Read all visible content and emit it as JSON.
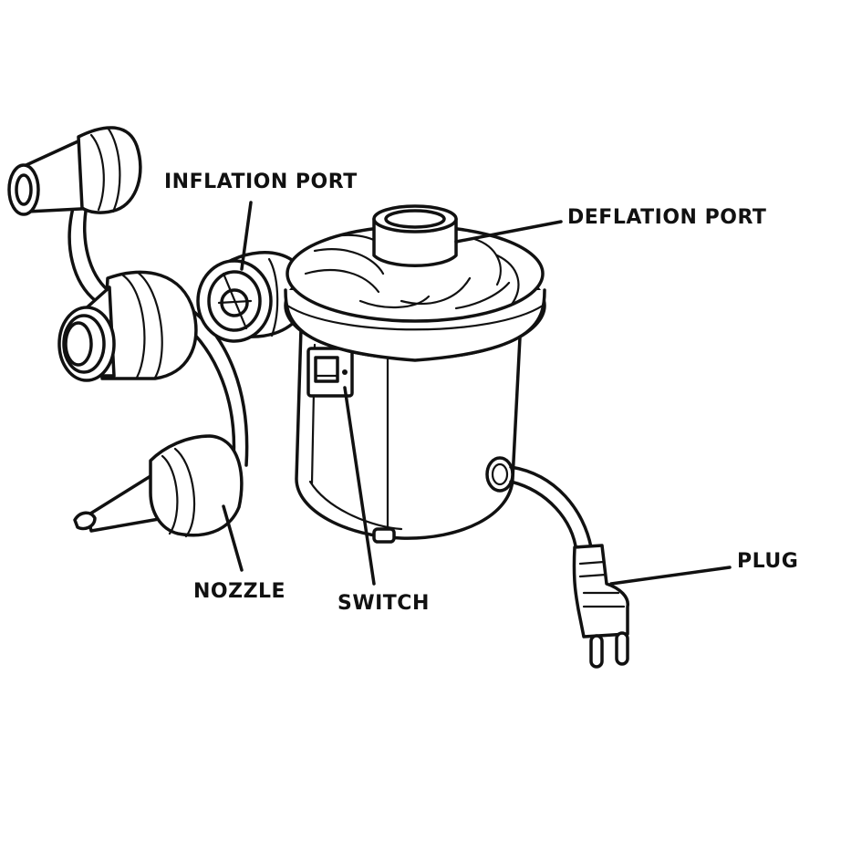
{
  "labels": {
    "inflation_port": "INFLATION PORT",
    "deflation_port": "DEFLATION PORT",
    "nozzle": "NOZZLE",
    "switch": "SWITCH",
    "plug": "PLUG"
  },
  "colors": {
    "line": "#111111",
    "background": "#ffffff"
  }
}
